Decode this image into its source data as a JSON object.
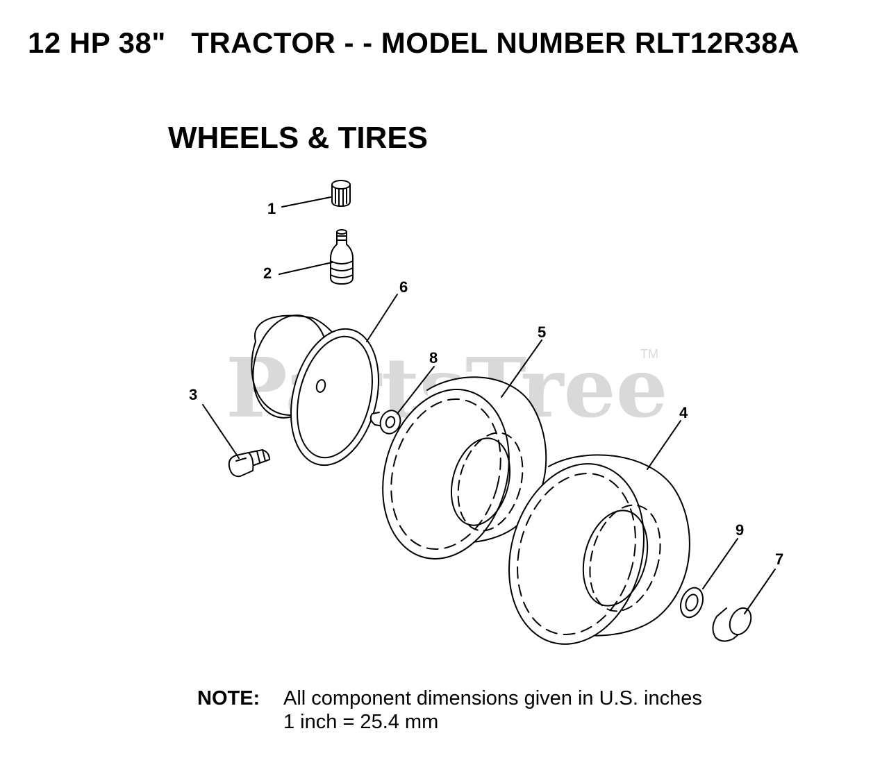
{
  "header": {
    "title": "12 HP 38\"   TRACTOR - - MODEL NUMBER RLT12R38A",
    "section": "WHEELS & TIRES"
  },
  "watermark": {
    "text": "PartsTree",
    "tm": "TM",
    "color": "#d9d9d9"
  },
  "callouts": [
    {
      "id": "1",
      "part": "valve-cap"
    },
    {
      "id": "2",
      "part": "valve-stem"
    },
    {
      "id": "3",
      "part": "grease-fitting"
    },
    {
      "id": "4",
      "part": "tire"
    },
    {
      "id": "5",
      "part": "tire"
    },
    {
      "id": "6",
      "part": "wheel-rim"
    },
    {
      "id": "7",
      "part": "bushing"
    },
    {
      "id": "8",
      "part": "bushing"
    },
    {
      "id": "9",
      "part": "washer"
    }
  ],
  "note": {
    "label": "NOTE:",
    "line1": "All component dimensions given in U.S. inches",
    "line2": "1 inch = 25.4 mm"
  }
}
